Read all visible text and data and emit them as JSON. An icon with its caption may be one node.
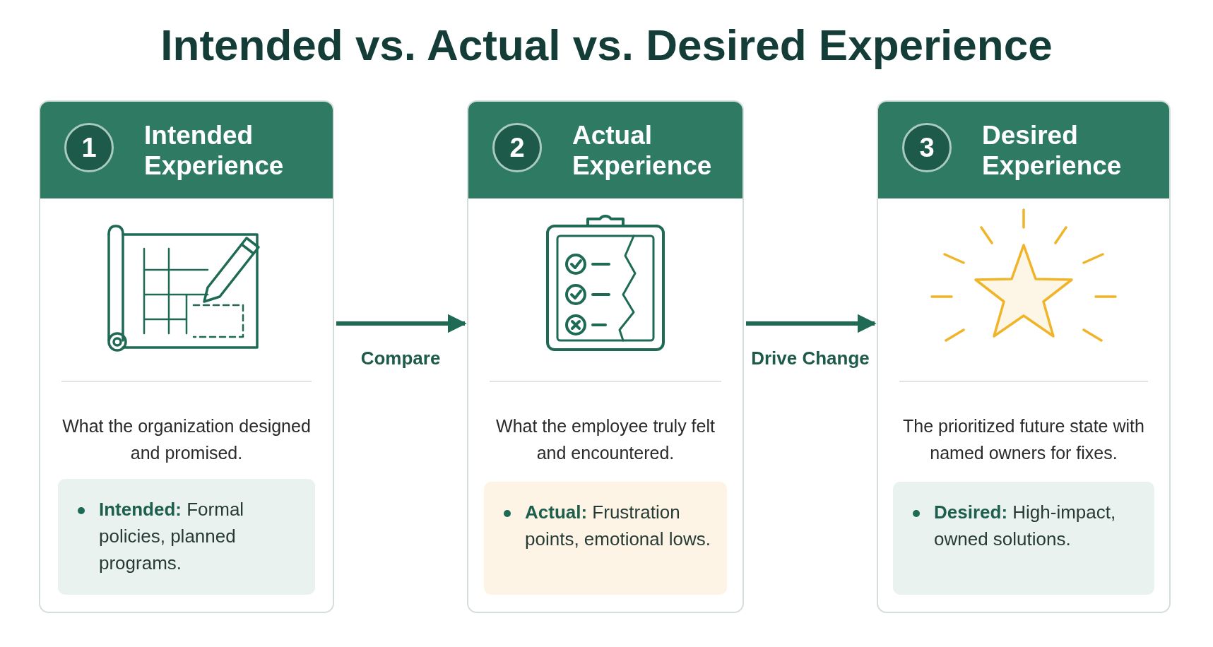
{
  "diagram": {
    "title": "Intended vs. Actual vs. Desired Experience",
    "nodes": [
      {
        "text": [
          "1",
          "Intended Experience",
          "What the organization designed and promised."
        ]
      },
      {
        "text": [
          "**Intended:** Formal policies, planned programs."
        ],
        "in": 0
      },
      {
        "text": [
          "2",
          "Actual Experience",
          "What the employee truly felt and encountered."
        ]
      },
      {
        "text": [
          "**Actual:** Frustration points, emotional lows."
        ],
        "in": 2
      },
      {
        "text": [
          "3",
          "Desired Experience",
          "The prioritized future state with named owners for fixes."
        ]
      },
      {
        "text": [
          "**Desired:** High-impact, owned solutions."
        ],
        "in": 4
      }
    ],
    "edges": [
      {
        "from": 0,
        "to": 2,
        "arrow": "to",
        "label": "Compare"
      },
      {
        "from": 2,
        "to": 4,
        "arrow": "to",
        "label": "Drive Change"
      }
    ]
  }
}
